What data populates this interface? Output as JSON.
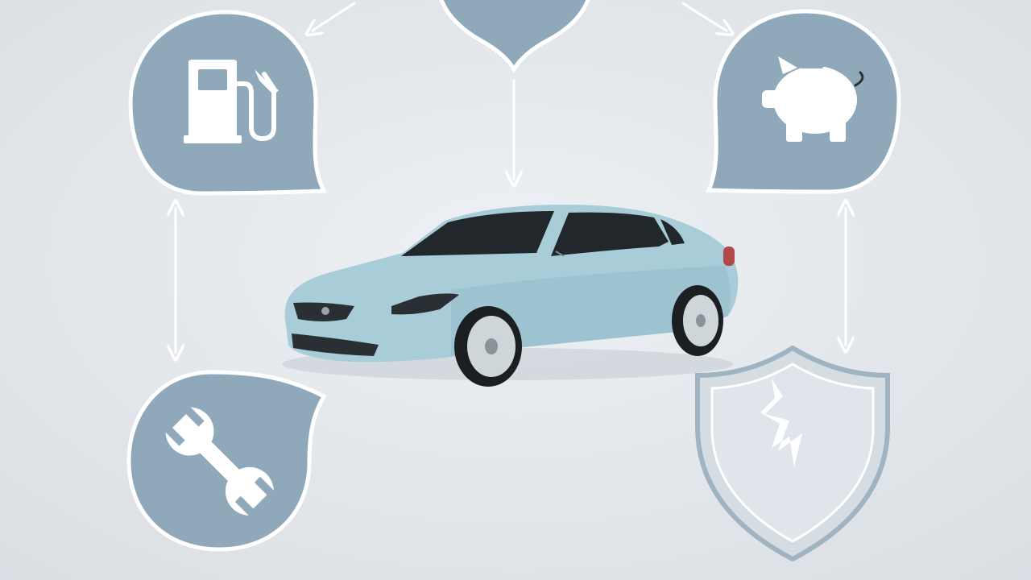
{
  "colors": {
    "background_center": "#eef1f4",
    "background_edge": "#d9dee3",
    "bubble_fill": "#8fa8ba",
    "bubble_outline": "#ffffff",
    "icon_white": "#ffffff",
    "arrow": "#ffffff",
    "car_body": "#a9ccd9",
    "car_body_shadow": "#86afc0",
    "car_glass": "#22272b",
    "tire": "#1c1f21",
    "rim": "#cfd6da"
  },
  "nodes": [
    {
      "id": "fuel",
      "icon": "fuel-pump-icon"
    },
    {
      "id": "savings",
      "icon": "piggy-bank-icon"
    },
    {
      "id": "maintenance",
      "icon": "wrench-icon"
    },
    {
      "id": "insurance",
      "icon": "broken-shield-icon"
    },
    {
      "id": "top",
      "icon": "heart-shape"
    },
    {
      "id": "vehicle",
      "icon": "car-sedan"
    }
  ]
}
